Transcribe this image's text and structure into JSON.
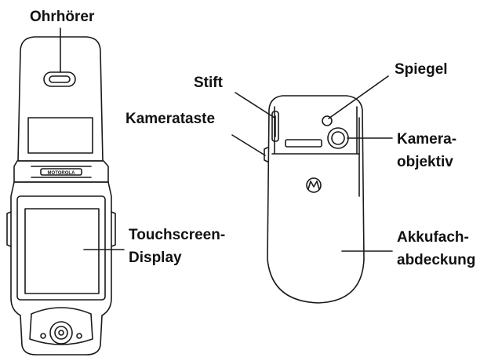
{
  "labels": {
    "earpiece": "Ohrhörer",
    "stylus": "Stift",
    "camera_key": "Kamerataste",
    "touchscreen_1": "Touchscreen-",
    "touchscreen_2": "Display",
    "mirror": "Spiegel",
    "camera_lens_1": "Kamera-",
    "camera_lens_2": "objektiv",
    "battery_cover_1": "Akkufach-",
    "battery_cover_2": "abdeckung"
  },
  "logo_text": "MOTOROLA",
  "colors": {
    "line": "#1a1a1a",
    "fill": "#ffffff"
  }
}
